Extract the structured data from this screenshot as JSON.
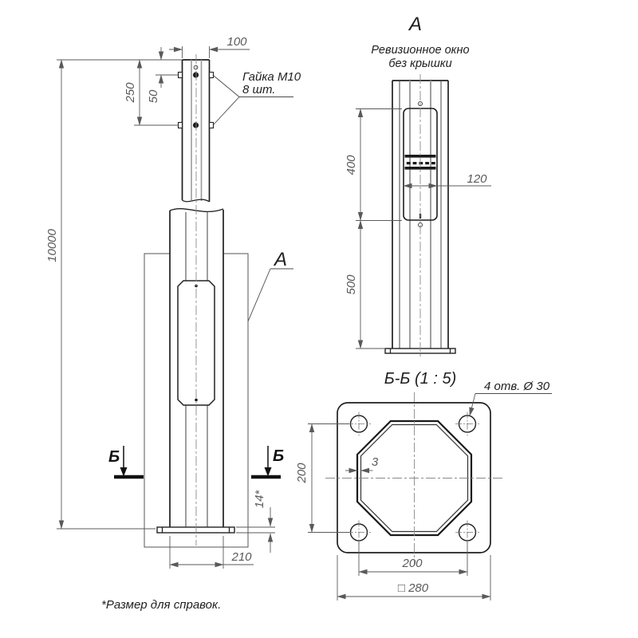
{
  "colors": {
    "background": "#ffffff",
    "line": "#1f1f1f",
    "dim_line": "#5a5a5a",
    "facet_gray": "#9a9a9a"
  },
  "front_view": {
    "nut_callout": {
      "line1": "Гайка М10",
      "line2": "8 шт."
    },
    "detail_marker": "А",
    "section_marker": "Б",
    "dims": {
      "top_width": "100",
      "first_bolt": "50",
      "bolt_span": "250",
      "total_height": "10000",
      "base_width": "210",
      "plate_thickness": "14*"
    }
  },
  "view_a": {
    "title": "А",
    "subtitle1": "Ревизионное окно",
    "subtitle2": "без крышки",
    "dims": {
      "window_height": "400",
      "lower_span": "500",
      "window_width": "120"
    }
  },
  "section_bb": {
    "title": "Б-Б (1 : 5)",
    "hole_note": "4 отв. Ø 30",
    "dims": {
      "wall": "3",
      "hole_spacing_vertical": "200",
      "hole_spacing_horizontal": "200",
      "plate_square": "□ 280"
    }
  },
  "footnote": "*Размер для справок."
}
